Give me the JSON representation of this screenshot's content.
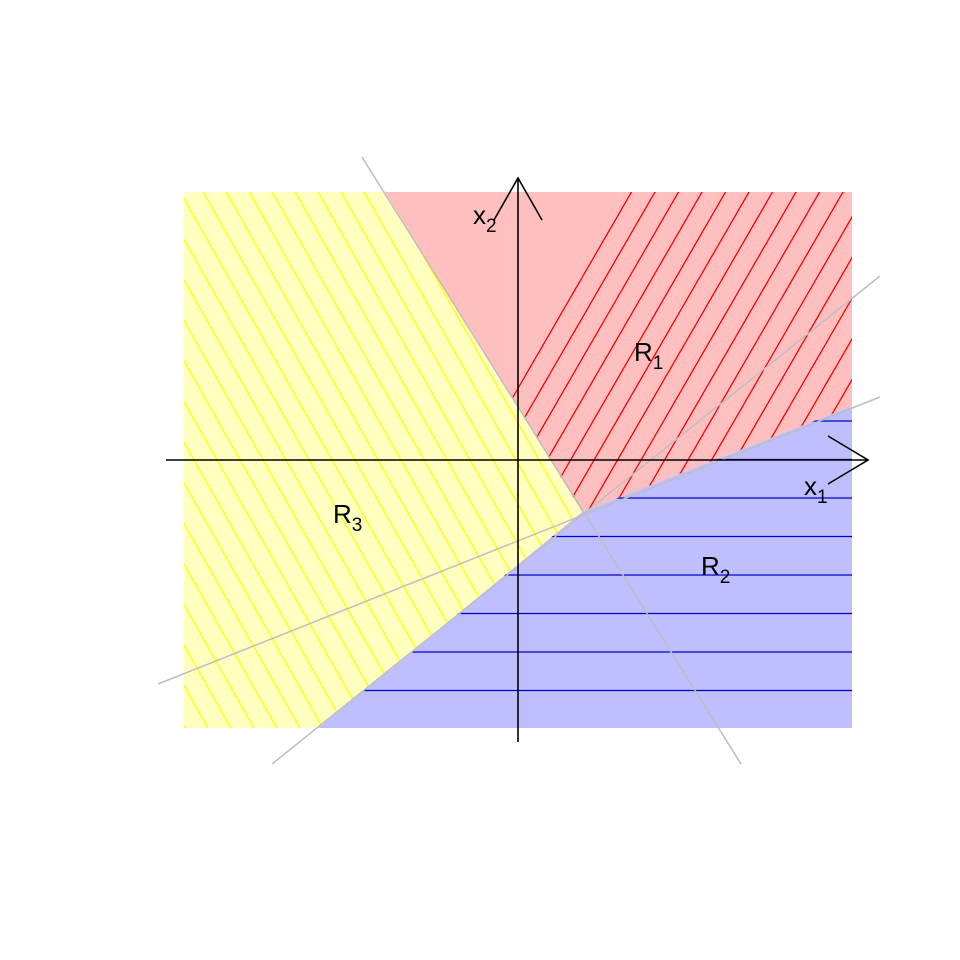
{
  "diagram": {
    "axes": {
      "x_label": "x",
      "x_sub": "1",
      "y_label": "x",
      "y_sub": "2"
    },
    "regions": [
      {
        "name": "R",
        "sub": "1",
        "fill": "#FFBFBF",
        "hatch": "#FF0000",
        "hatch_style": "diagonal-steep"
      },
      {
        "name": "R",
        "sub": "2",
        "fill": "#BFBFFF",
        "hatch": "#0000CC",
        "hatch_style": "horizontal"
      },
      {
        "name": "R",
        "sub": "3",
        "fill": "#FFFFBF",
        "hatch": "#FFFF00",
        "hatch_style": "diagonal-back"
      }
    ],
    "boundary_color": "#BEBEBE",
    "axis_color": "#000000"
  }
}
